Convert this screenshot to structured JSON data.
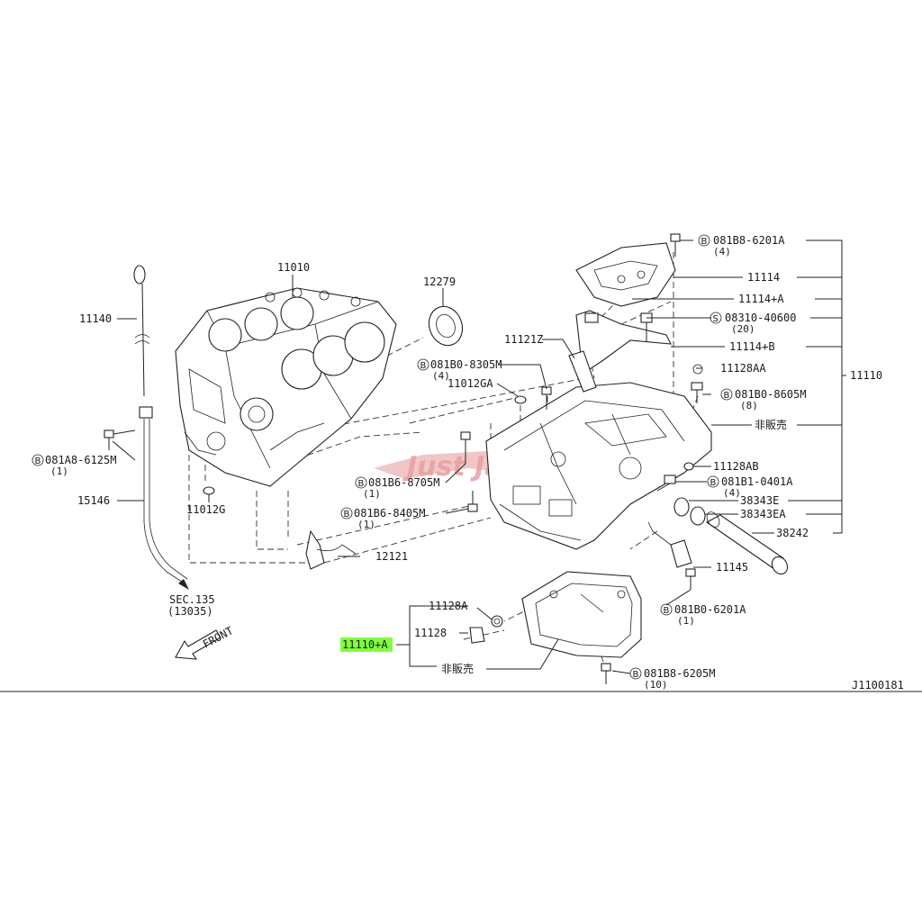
{
  "labels": {
    "block": "11010",
    "seal": "12279",
    "dipstick": "11140",
    "bolt_a8": "081A8-6125M",
    "bolt_a8_qty": "(1)",
    "guide_tube": "15146",
    "sec_ref": "SEC.135",
    "sec_ref_sub": "(13035)",
    "front": "FRONT",
    "plug_g": "11012G",
    "bolt_b6_8705": "081B6-8705M",
    "bolt_b6_8705_qty": "(1)",
    "bolt_b6_8405": "081B6-8405M",
    "bolt_b6_8405_qty": "(1)",
    "sensor": "12121",
    "tube_z": "11121Z",
    "bolt_b0_8305": "081B0-8305M",
    "bolt_b0_8305_qty": "(4)",
    "plug_ga": "11012GA",
    "bolt_b8_6201": "081B8-6201A",
    "bolt_b8_6201_qty": "(4)",
    "baffle": "11114",
    "baffle_a": "11114+A",
    "screw_s": "08310-40600",
    "screw_s_qty": "(20)",
    "baffle_b": "11114+B",
    "washer_aa": "11128AA",
    "bolt_b0_8605": "081B0-8605M",
    "bolt_b0_8605_qty": "(8)",
    "not_sold_upper": "非販売",
    "washer_ab": "11128AB",
    "bolt_b1_0401": "081B1-0401A",
    "bolt_b1_0401_qty": "(4)",
    "oring_e": "38343E",
    "oring_ea": "38343EA",
    "tube_38242": "38242",
    "assy_11110": "11110",
    "sensor_11145": "11145",
    "bolt_b0_6201": "081B0-6201A",
    "bolt_b0_6201_qty": "(1)",
    "washer_a": "11128A",
    "drain_plug": "11128",
    "lower_pan": "11110+A",
    "not_sold_lower": "非販売",
    "bolt_b8_6205": "081B8-6205M",
    "bolt_b8_6205_qty": "(10)",
    "diagram_id": "J1100181",
    "bolt_prefix_b": "B",
    "screw_prefix_s": "S",
    "watermark": "Just Jap"
  },
  "colors": {
    "highlight": "#7fff3f",
    "watermark": "#e8a0a0",
    "ink": "#222222"
  }
}
